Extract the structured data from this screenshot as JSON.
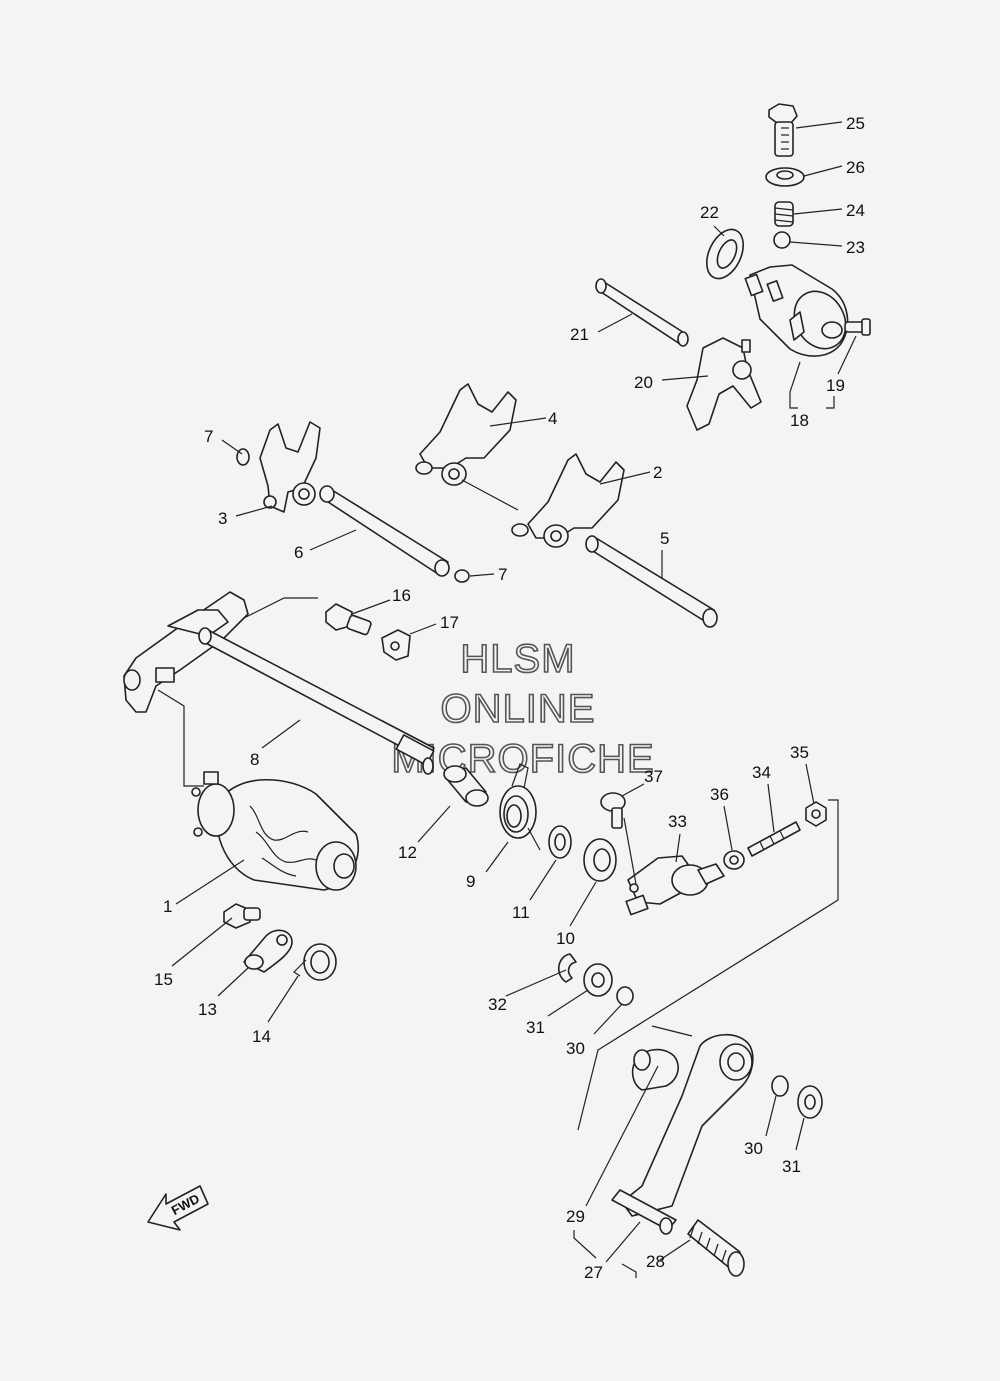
{
  "watermark": {
    "line1": "HLSM",
    "line2": "ONLINE",
    "line3": "MICROFICHE"
  },
  "direction_label": "FWD",
  "callouts": [
    {
      "id": "p25",
      "label": "25"
    },
    {
      "id": "p26",
      "label": "26"
    },
    {
      "id": "p24",
      "label": "24"
    },
    {
      "id": "p23",
      "label": "23"
    },
    {
      "id": "p22",
      "label": "22"
    },
    {
      "id": "p21",
      "label": "21"
    },
    {
      "id": "p20",
      "label": "20"
    },
    {
      "id": "p19",
      "label": "19"
    },
    {
      "id": "p18",
      "label": "18"
    },
    {
      "id": "p4",
      "label": "4"
    },
    {
      "id": "p2",
      "label": "2"
    },
    {
      "id": "p7a",
      "label": "7"
    },
    {
      "id": "p3",
      "label": "3"
    },
    {
      "id": "p6",
      "label": "6"
    },
    {
      "id": "p7b",
      "label": "7"
    },
    {
      "id": "p5",
      "label": "5"
    },
    {
      "id": "p16",
      "label": "16"
    },
    {
      "id": "p17",
      "label": "17"
    },
    {
      "id": "p8",
      "label": "8"
    },
    {
      "id": "p12",
      "label": "12"
    },
    {
      "id": "p9",
      "label": "9"
    },
    {
      "id": "p11",
      "label": "11"
    },
    {
      "id": "p10",
      "label": "10"
    },
    {
      "id": "p1",
      "label": "1"
    },
    {
      "id": "p37",
      "label": "37"
    },
    {
      "id": "p34",
      "label": "34"
    },
    {
      "id": "p35",
      "label": "35"
    },
    {
      "id": "p36",
      "label": "36"
    },
    {
      "id": "p33",
      "label": "33"
    },
    {
      "id": "p15",
      "label": "15"
    },
    {
      "id": "p13",
      "label": "13"
    },
    {
      "id": "p14",
      "label": "14"
    },
    {
      "id": "p32",
      "label": "32"
    },
    {
      "id": "p31a",
      "label": "31"
    },
    {
      "id": "p30a",
      "label": "30"
    },
    {
      "id": "p30b",
      "label": "30"
    },
    {
      "id": "p31b",
      "label": "31"
    },
    {
      "id": "p29",
      "label": "29"
    },
    {
      "id": "p28",
      "label": "28"
    },
    {
      "id": "p27",
      "label": "27"
    }
  ]
}
